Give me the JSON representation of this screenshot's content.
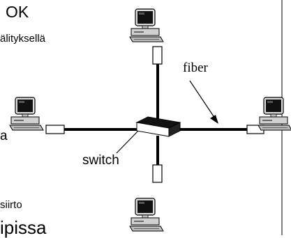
{
  "text": {
    "ok": "OK",
    "valityksella": "älityksellä",
    "a": "a",
    "siirto": "siirto",
    "ipissa": "ipissa",
    "switch_label": "switch",
    "fiber_label": "fiber"
  },
  "icons": {
    "computer": "desktop-computer-icon",
    "switch": "network-switch-icon"
  },
  "colors": {
    "link": "#000000",
    "monitor_screen": "#111111",
    "monitor_body": "#d9d9d9",
    "background": "#ffffff"
  }
}
